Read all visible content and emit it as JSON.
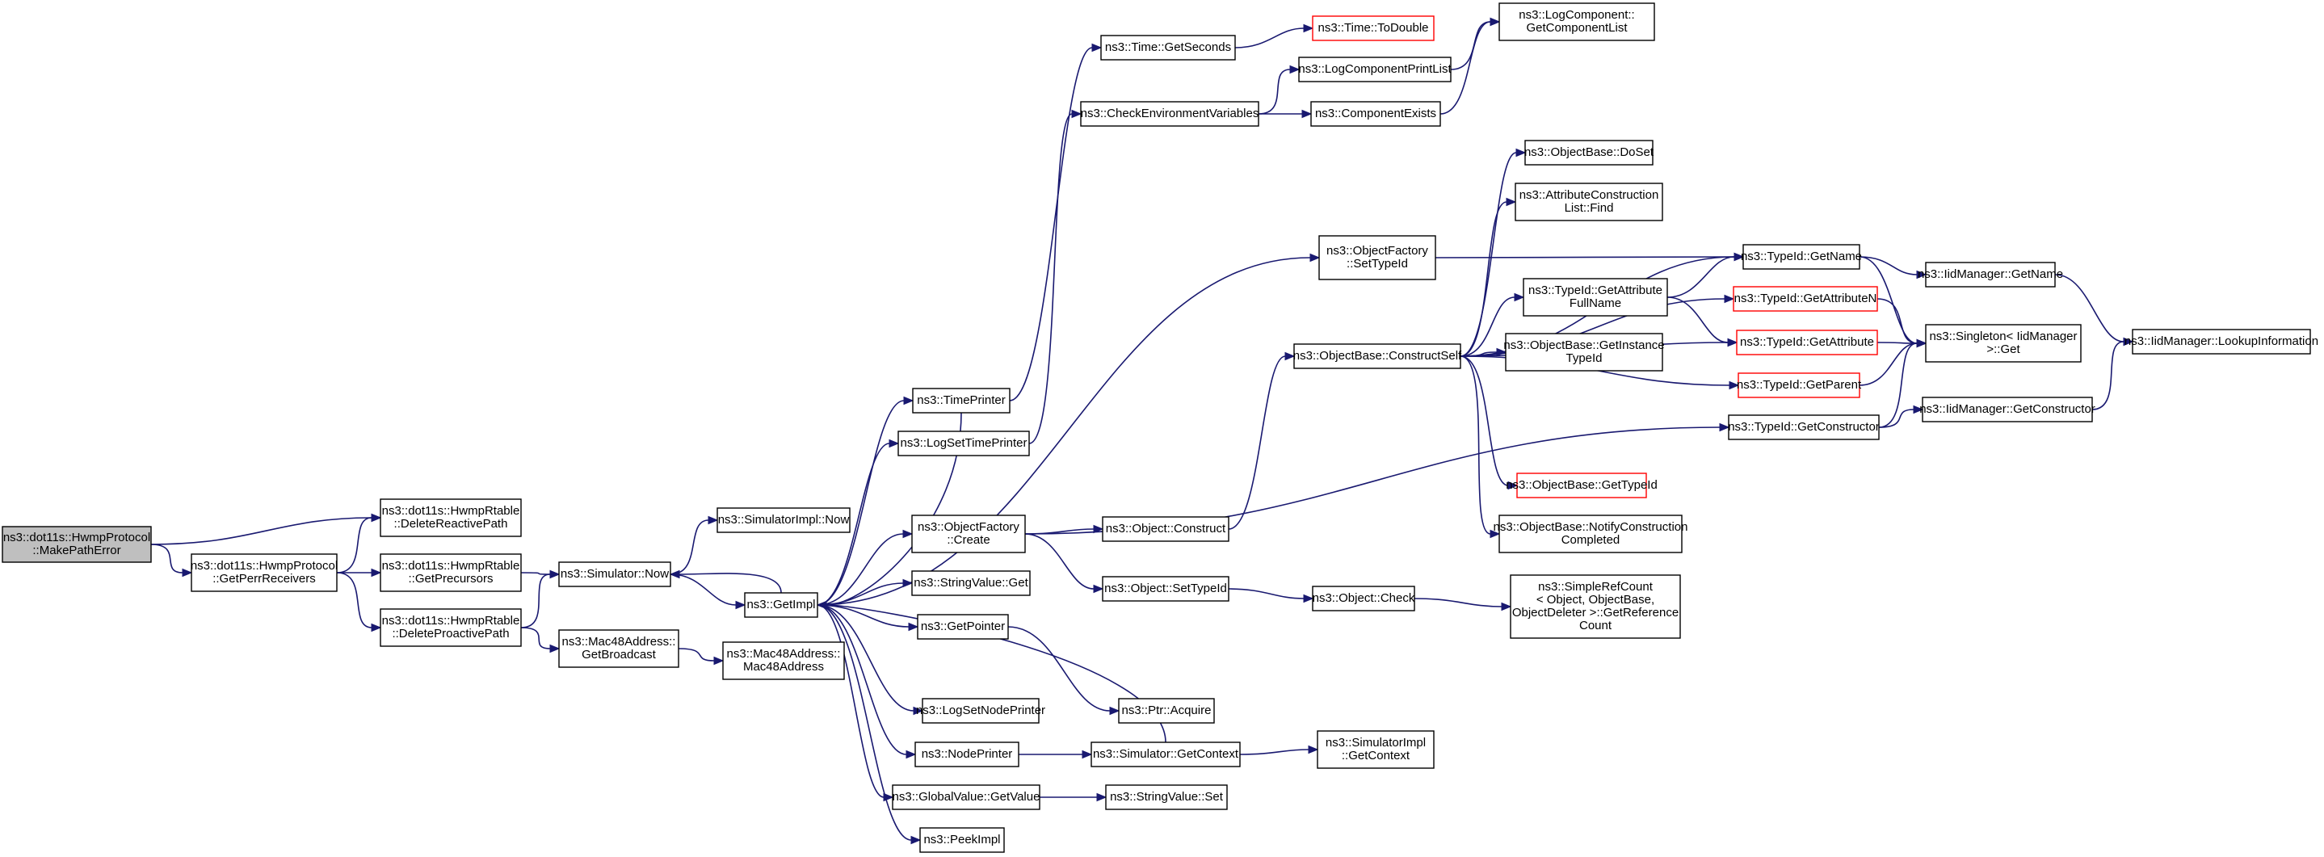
{
  "colors": {
    "edge": "#191970",
    "box_border": "#000000",
    "box_border_incomplete": "#ff0000",
    "root_fill": "#bfbfbf",
    "box_fill": "#ffffff"
  },
  "nodes": [
    {
      "id": "n0",
      "lines": [
        "ns3::dot11s::HwmpProtocol",
        "::MakePathError"
      ],
      "root": true
    },
    {
      "id": "n1",
      "lines": [
        "ns3::dot11s::HwmpRtable",
        "::DeleteReactivePath"
      ]
    },
    {
      "id": "n2",
      "lines": [
        "ns3::dot11s::HwmpProtocol",
        "::GetPerrReceivers"
      ]
    },
    {
      "id": "n3",
      "lines": [
        "ns3::dot11s::HwmpRtable",
        "::GetPrecursors"
      ]
    },
    {
      "id": "n4",
      "lines": [
        "ns3::dot11s::HwmpRtable",
        "::DeleteProactivePath"
      ]
    },
    {
      "id": "n5",
      "lines": [
        "ns3::Simulator::Now"
      ]
    },
    {
      "id": "n6",
      "lines": [
        "ns3::SimulatorImpl::Now"
      ]
    },
    {
      "id": "n7",
      "lines": [
        "ns3::GetImpl"
      ]
    },
    {
      "id": "n8",
      "lines": [
        "ns3::Mac48Address::",
        "GetBroadcast"
      ]
    },
    {
      "id": "n9",
      "lines": [
        "ns3::Mac48Address::",
        "Mac48Address"
      ]
    },
    {
      "id": "n10",
      "lines": [
        "ns3::TimePrinter"
      ]
    },
    {
      "id": "n11",
      "lines": [
        "ns3::LogSetTimePrinter"
      ]
    },
    {
      "id": "n12",
      "lines": [
        "ns3::ObjectFactory",
        "::Create"
      ]
    },
    {
      "id": "n13",
      "lines": [
        "ns3::StringValue::Get"
      ]
    },
    {
      "id": "n14",
      "lines": [
        "ns3::GetPointer"
      ]
    },
    {
      "id": "n15",
      "lines": [
        "ns3::LogSetNodePrinter"
      ]
    },
    {
      "id": "n16",
      "lines": [
        "ns3::NodePrinter"
      ]
    },
    {
      "id": "n17",
      "lines": [
        "ns3::GlobalValue::GetValue"
      ]
    },
    {
      "id": "n18",
      "lines": [
        "ns3::PeekImpl"
      ]
    },
    {
      "id": "n19",
      "lines": [
        "ns3::Time::GetSeconds"
      ]
    },
    {
      "id": "n20",
      "lines": [
        "ns3::Time::ToDouble"
      ],
      "incomplete": true
    },
    {
      "id": "n21",
      "lines": [
        "ns3::CheckEnvironmentVariables"
      ]
    },
    {
      "id": "n22",
      "lines": [
        "ns3::LogComponentPrintList"
      ]
    },
    {
      "id": "n23",
      "lines": [
        "ns3::ComponentExists"
      ]
    },
    {
      "id": "n24",
      "lines": [
        "ns3::LogComponent::",
        "GetComponentList"
      ]
    },
    {
      "id": "n25",
      "lines": [
        "ns3::Object::Construct"
      ]
    },
    {
      "id": "n26",
      "lines": [
        "ns3::Object::SetTypeId"
      ]
    },
    {
      "id": "n27",
      "lines": [
        "ns3::Object::Check"
      ]
    },
    {
      "id": "n28",
      "lines": [
        "ns3::SimpleRefCount",
        "< Object, ObjectBase,",
        "ObjectDeleter >::GetReference",
        "Count"
      ]
    },
    {
      "id": "n29",
      "lines": [
        "ns3::Ptr::Acquire"
      ]
    },
    {
      "id": "n30",
      "lines": [
        "ns3::Simulator::GetContext"
      ]
    },
    {
      "id": "n31",
      "lines": [
        "ns3::SimulatorImpl",
        "::GetContext"
      ]
    },
    {
      "id": "n32",
      "lines": [
        "ns3::StringValue::Set"
      ]
    },
    {
      "id": "n33",
      "lines": [
        "ns3::ObjectFactory",
        "::SetTypeId"
      ]
    },
    {
      "id": "n34",
      "lines": [
        "ns3::ObjectBase::ConstructSelf"
      ]
    },
    {
      "id": "n35",
      "lines": [
        "ns3::ObjectBase::DoSet"
      ]
    },
    {
      "id": "n36",
      "lines": [
        "ns3::AttributeConstruction",
        "List::Find"
      ]
    },
    {
      "id": "n37",
      "lines": [
        "ns3::TypeId::GetAttribute",
        "FullName"
      ]
    },
    {
      "id": "n38",
      "lines": [
        "ns3::ObjectBase::GetInstance",
        "TypeId"
      ]
    },
    {
      "id": "n39",
      "lines": [
        "ns3::ObjectBase::GetTypeId"
      ],
      "incomplete": true
    },
    {
      "id": "n40",
      "lines": [
        "ns3::ObjectBase::NotifyConstruction",
        "Completed"
      ]
    },
    {
      "id": "n41",
      "lines": [
        "ns3::TypeId::GetName"
      ]
    },
    {
      "id": "n42",
      "lines": [
        "ns3::TypeId::GetAttributeN"
      ],
      "incomplete": true
    },
    {
      "id": "n43",
      "lines": [
        "ns3::TypeId::GetAttribute"
      ],
      "incomplete": true
    },
    {
      "id": "n44",
      "lines": [
        "ns3::TypeId::GetParent"
      ],
      "incomplete": true
    },
    {
      "id": "n45",
      "lines": [
        "ns3::TypeId::GetConstructor"
      ]
    },
    {
      "id": "n46",
      "lines": [
        "ns3::IidManager::GetName"
      ]
    },
    {
      "id": "n47",
      "lines": [
        "ns3::Singleton< IidManager",
        ">::Get"
      ]
    },
    {
      "id": "n48",
      "lines": [
        "ns3::IidManager::GetConstructor"
      ]
    },
    {
      "id": "n49",
      "lines": [
        "ns3::IidManager::LookupInformation"
      ]
    }
  ],
  "edges": [
    [
      "n0",
      "n1"
    ],
    [
      "n0",
      "n2"
    ],
    [
      "n2",
      "n1"
    ],
    [
      "n2",
      "n3"
    ],
    [
      "n2",
      "n4"
    ],
    [
      "n3",
      "n5"
    ],
    [
      "n4",
      "n5"
    ],
    [
      "n4",
      "n8"
    ],
    [
      "n5",
      "n6"
    ],
    [
      "n5",
      "n7"
    ],
    [
      "n7",
      "n5"
    ],
    [
      "n8",
      "n9"
    ],
    [
      "n7",
      "n10"
    ],
    [
      "n7",
      "n11"
    ],
    [
      "n7",
      "n12"
    ],
    [
      "n7",
      "n13"
    ],
    [
      "n7",
      "n14"
    ],
    [
      "n7",
      "n15"
    ],
    [
      "n7",
      "n16"
    ],
    [
      "n7",
      "n17"
    ],
    [
      "n7",
      "n18"
    ],
    [
      "n7",
      "n33"
    ],
    [
      "n10",
      "n19"
    ],
    [
      "n10",
      "n7"
    ],
    [
      "n11",
      "n21"
    ],
    [
      "n12",
      "n25"
    ],
    [
      "n12",
      "n26"
    ],
    [
      "n12",
      "n45"
    ],
    [
      "n14",
      "n29"
    ],
    [
      "n16",
      "n30"
    ],
    [
      "n17",
      "n32"
    ],
    [
      "n19",
      "n20"
    ],
    [
      "n21",
      "n22"
    ],
    [
      "n21",
      "n23"
    ],
    [
      "n22",
      "n24"
    ],
    [
      "n23",
      "n24"
    ],
    [
      "n25",
      "n34"
    ],
    [
      "n26",
      "n27"
    ],
    [
      "n27",
      "n28"
    ],
    [
      "n30",
      "n31"
    ],
    [
      "n30",
      "n7"
    ],
    [
      "n33",
      "n41"
    ],
    [
      "n34",
      "n35"
    ],
    [
      "n34",
      "n36"
    ],
    [
      "n34",
      "n37"
    ],
    [
      "n34",
      "n38"
    ],
    [
      "n34",
      "n39"
    ],
    [
      "n34",
      "n40"
    ],
    [
      "n34",
      "n41"
    ],
    [
      "n34",
      "n42"
    ],
    [
      "n34",
      "n43"
    ],
    [
      "n34",
      "n44"
    ],
    [
      "n37",
      "n41"
    ],
    [
      "n37",
      "n43"
    ],
    [
      "n41",
      "n46"
    ],
    [
      "n41",
      "n47"
    ],
    [
      "n42",
      "n47"
    ],
    [
      "n43",
      "n47"
    ],
    [
      "n44",
      "n47"
    ],
    [
      "n45",
      "n47"
    ],
    [
      "n45",
      "n48"
    ],
    [
      "n46",
      "n49"
    ],
    [
      "n48",
      "n49"
    ]
  ]
}
